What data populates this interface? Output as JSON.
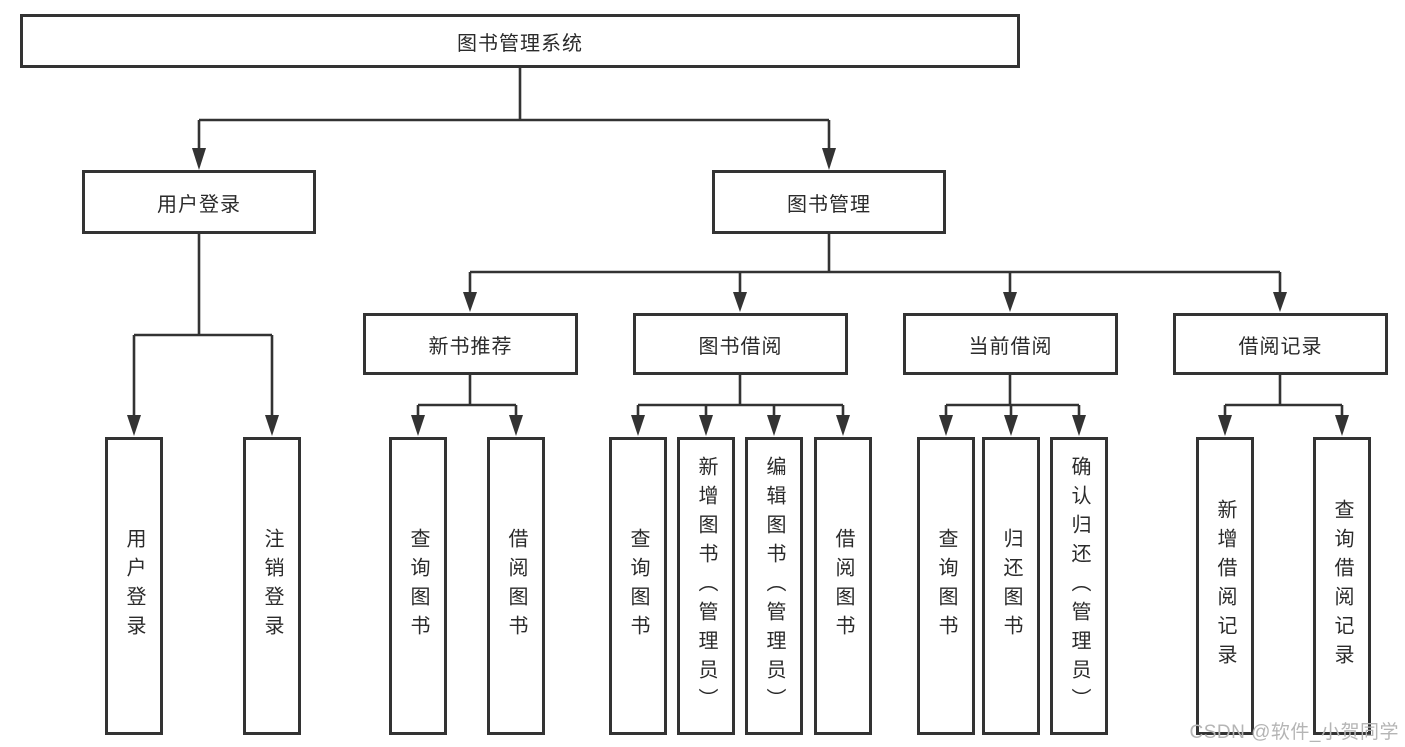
{
  "diagram": {
    "root": {
      "label": "图书管理系统"
    },
    "branches": [
      {
        "label": "用户登录",
        "children": [
          {
            "label": "用户登录"
          },
          {
            "label": "注销登录"
          }
        ]
      },
      {
        "label": "图书管理",
        "children": [
          {
            "label": "新书推荐",
            "children": [
              {
                "label": "查询图书"
              },
              {
                "label": "借阅图书"
              }
            ]
          },
          {
            "label": "图书借阅",
            "children": [
              {
                "label": "查询图书"
              },
              {
                "label": "新增图书（管理员）"
              },
              {
                "label": "编辑图书（管理员）"
              },
              {
                "label": "借阅图书"
              }
            ]
          },
          {
            "label": "当前借阅",
            "children": [
              {
                "label": "查询图书"
              },
              {
                "label": "归还图书"
              },
              {
                "label": "确认归还（管理员）"
              }
            ]
          },
          {
            "label": "借阅记录",
            "children": [
              {
                "label": "新增借阅记录"
              },
              {
                "label": "查询借阅记录"
              }
            ]
          }
        ]
      }
    ],
    "style": {
      "line_color": "#333333",
      "box_background": "#ffffff",
      "background": "#ffffff",
      "watermark_color": "#b5b5b5"
    }
  },
  "watermark": {
    "text": "CSDN @软件_小贺同学"
  }
}
